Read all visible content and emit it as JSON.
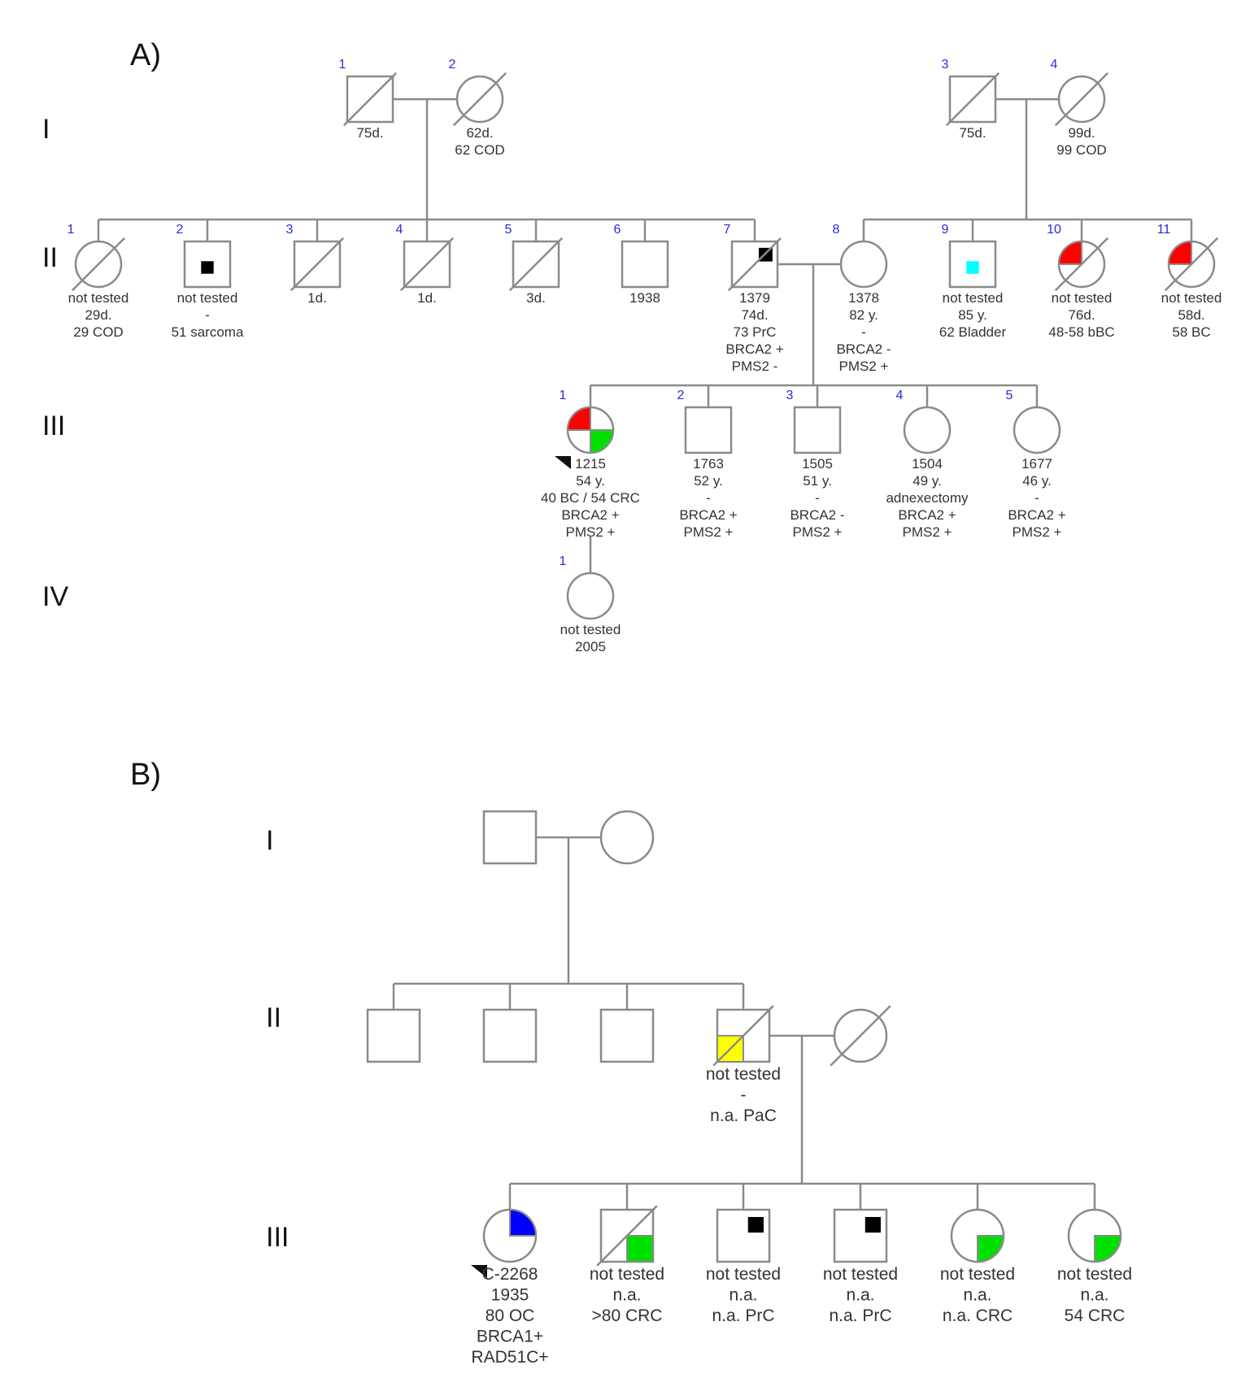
{
  "colors": {
    "line": "#8a8a8a",
    "text": "#333333",
    "number": "#2a2ae0",
    "red": "#ff0000",
    "green": "#00e000",
    "black": "#000000",
    "cyan": "#00ffff",
    "yellow": "#ffff00",
    "blue": "#0000ff"
  },
  "panels": [
    {
      "id": "A",
      "label": "A)",
      "generations": [
        "I",
        "II",
        "III",
        "IV"
      ],
      "individuals": [
        {
          "id": "A-I-1",
          "num": "1",
          "sex": "male",
          "deceased": true,
          "labels": [
            "75d."
          ]
        },
        {
          "id": "A-I-2",
          "num": "2",
          "sex": "female",
          "deceased": true,
          "labels": [
            "62d.",
            "62 COD"
          ]
        },
        {
          "id": "A-I-3",
          "num": "3",
          "sex": "male",
          "deceased": true,
          "labels": [
            "75d."
          ]
        },
        {
          "id": "A-I-4",
          "num": "4",
          "sex": "female",
          "deceased": true,
          "labels": [
            "99d.",
            "99 COD"
          ]
        },
        {
          "id": "A-II-1",
          "num": "1",
          "sex": "female",
          "deceased": true,
          "labels": [
            "not tested",
            "29d.",
            "29 COD"
          ]
        },
        {
          "id": "A-II-2",
          "num": "2",
          "sex": "male",
          "deceased": false,
          "marks": [
            {
              "type": "center-square",
              "color": "black"
            }
          ],
          "labels": [
            "not tested",
            "-",
            "51 sarcoma"
          ]
        },
        {
          "id": "A-II-3",
          "num": "3",
          "sex": "male",
          "deceased": true,
          "labels": [
            "1d."
          ]
        },
        {
          "id": "A-II-4",
          "num": "4",
          "sex": "male",
          "deceased": true,
          "labels": [
            "1d."
          ]
        },
        {
          "id": "A-II-5",
          "num": "5",
          "sex": "male",
          "deceased": true,
          "labels": [
            "3d."
          ]
        },
        {
          "id": "A-II-6",
          "num": "6",
          "sex": "male",
          "deceased": false,
          "labels": [
            "1938"
          ]
        },
        {
          "id": "A-II-7",
          "num": "7",
          "sex": "male",
          "deceased": true,
          "marks": [
            {
              "type": "small-square-tr",
              "color": "black"
            }
          ],
          "labels": [
            "1379",
            "74d.",
            "73 PrC",
            "BRCA2 +",
            "PMS2 -"
          ]
        },
        {
          "id": "A-II-8",
          "num": "8",
          "sex": "female",
          "deceased": false,
          "labels": [
            "1378",
            "82 y.",
            "-",
            "BRCA2 -",
            "PMS2 +"
          ]
        },
        {
          "id": "A-II-9",
          "num": "9",
          "sex": "male",
          "deceased": false,
          "marks": [
            {
              "type": "center-square",
              "color": "cyan"
            }
          ],
          "labels": [
            "not tested",
            "85 y.",
            "62 Bladder"
          ]
        },
        {
          "id": "A-II-10",
          "num": "10",
          "sex": "female",
          "deceased": true,
          "marks": [
            {
              "type": "quadrant-tl",
              "color": "red"
            }
          ],
          "labels": [
            "not tested",
            "76d.",
            "48-58 bBC"
          ]
        },
        {
          "id": "A-II-11",
          "num": "11",
          "sex": "female",
          "deceased": true,
          "marks": [
            {
              "type": "quadrant-tl",
              "color": "red"
            }
          ],
          "labels": [
            "not tested",
            "58d.",
            "58 BC"
          ]
        },
        {
          "id": "A-III-1",
          "num": "1",
          "sex": "female",
          "deceased": false,
          "proband": true,
          "marks": [
            {
              "type": "quadrant-tl",
              "color": "red"
            },
            {
              "type": "quadrant-br",
              "color": "green"
            }
          ],
          "labels": [
            "1215",
            "54 y.",
            "40 BC / 54 CRC",
            "BRCA2 +",
            "PMS2 +"
          ]
        },
        {
          "id": "A-III-2",
          "num": "2",
          "sex": "male",
          "deceased": false,
          "labels": [
            "1763",
            "52 y.",
            "-",
            "BRCA2 +",
            "PMS2 +"
          ]
        },
        {
          "id": "A-III-3",
          "num": "3",
          "sex": "male",
          "deceased": false,
          "labels": [
            "1505",
            "51 y.",
            "-",
            "BRCA2 -",
            "PMS2 +"
          ]
        },
        {
          "id": "A-III-4",
          "num": "4",
          "sex": "female",
          "deceased": false,
          "labels": [
            "1504",
            "49 y.",
            "adnexectomy",
            "BRCA2 +",
            "PMS2 +"
          ]
        },
        {
          "id": "A-III-5",
          "num": "5",
          "sex": "female",
          "deceased": false,
          "labels": [
            "1677",
            "46 y.",
            "-",
            "BRCA2 +",
            "PMS2 +"
          ]
        },
        {
          "id": "A-IV-1",
          "num": "1",
          "sex": "female",
          "deceased": false,
          "labels": [
            "not tested",
            "2005"
          ]
        }
      ]
    },
    {
      "id": "B",
      "label": "B)",
      "generations": [
        "I",
        "II",
        "III"
      ],
      "individuals": [
        {
          "id": "B-I-1",
          "sex": "male",
          "deceased": false,
          "labels": []
        },
        {
          "id": "B-I-2",
          "sex": "female",
          "deceased": false,
          "labels": []
        },
        {
          "id": "B-II-1",
          "sex": "male",
          "deceased": false,
          "labels": []
        },
        {
          "id": "B-II-2",
          "sex": "male",
          "deceased": false,
          "labels": []
        },
        {
          "id": "B-II-3",
          "sex": "male",
          "deceased": false,
          "labels": []
        },
        {
          "id": "B-II-4",
          "sex": "male",
          "deceased": true,
          "marks": [
            {
              "type": "quadrant-bl",
              "color": "yellow"
            }
          ],
          "labels": [
            "not tested",
            "-",
            "n.a. PaC"
          ]
        },
        {
          "id": "B-II-5",
          "sex": "female",
          "deceased": true,
          "labels": []
        },
        {
          "id": "B-III-1",
          "sex": "female",
          "deceased": false,
          "proband": true,
          "marks": [
            {
              "type": "quadrant-tr",
              "color": "blue"
            }
          ],
          "labels": [
            "C-2268",
            "1935",
            "80 OC",
            "BRCA1+",
            "RAD51C+"
          ]
        },
        {
          "id": "B-III-2",
          "sex": "male",
          "deceased": true,
          "marks": [
            {
              "type": "quadrant-br",
              "color": "green"
            }
          ],
          "labels": [
            "not tested",
            "n.a.",
            ">80 CRC"
          ]
        },
        {
          "id": "B-III-3",
          "sex": "male",
          "deceased": false,
          "marks": [
            {
              "type": "small-square-tr",
              "color": "black"
            }
          ],
          "labels": [
            "not tested",
            "n.a.",
            "n.a. PrC"
          ]
        },
        {
          "id": "B-III-4",
          "sex": "male",
          "deceased": false,
          "marks": [
            {
              "type": "small-square-tr",
              "color": "black"
            }
          ],
          "labels": [
            "not tested",
            "n.a.",
            "n.a. PrC"
          ]
        },
        {
          "id": "B-III-5",
          "sex": "female",
          "deceased": false,
          "marks": [
            {
              "type": "quadrant-br",
              "color": "green"
            }
          ],
          "labels": [
            "not tested",
            "n.a.",
            "n.a. CRC"
          ]
        },
        {
          "id": "B-III-6",
          "sex": "female",
          "deceased": false,
          "marks": [
            {
              "type": "quadrant-br",
              "color": "green"
            }
          ],
          "labels": [
            "not tested",
            "n.a.",
            "54 CRC"
          ]
        }
      ]
    }
  ]
}
